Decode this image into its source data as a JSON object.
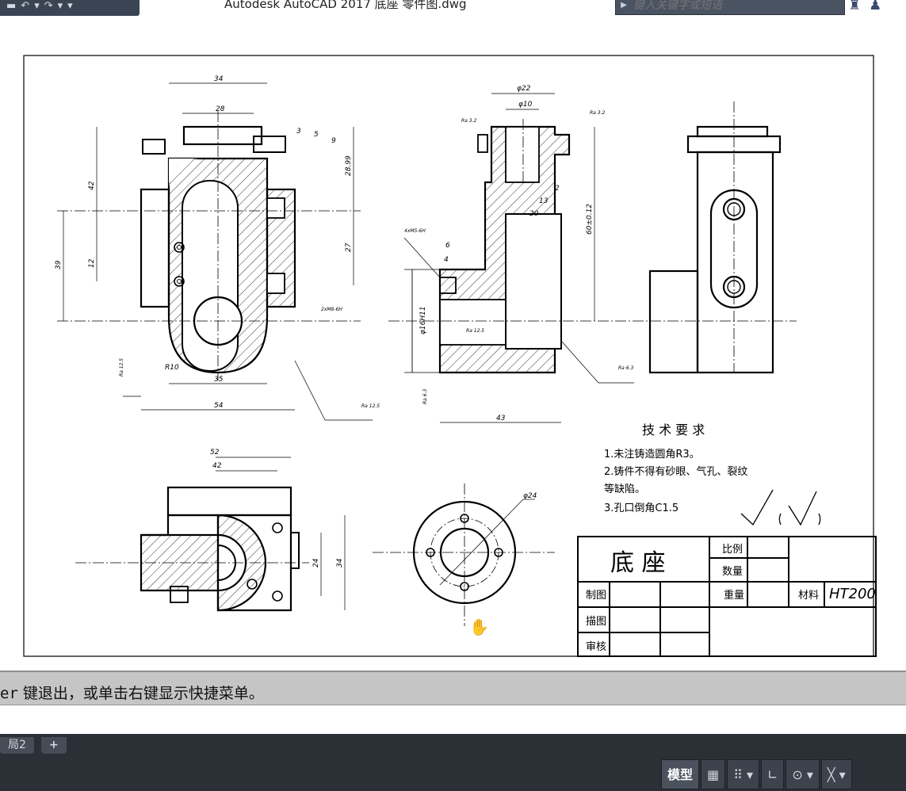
{
  "title_bar": {
    "app_title": "Autodesk AutoCAD 2017    底座 零件图.dwg",
    "search_placeholder": "键入关键字或短语"
  },
  "drawing": {
    "view_labels": {
      "front_top_dim": "34",
      "front_inner_dim": "28",
      "dim_42": "42",
      "dim_39": "39",
      "dim_12": "12",
      "dim_2899": "28.99",
      "dim_27": "27",
      "dim_3": "3",
      "dim_5": "5",
      "dim_9": "9",
      "dim_35": "35",
      "dim_54": "54",
      "r10": "R10",
      "thread_front": "2xM8-6H",
      "rough_125": "Ra 12.5",
      "side_phi22": "φ22",
      "side_phi10": "φ10",
      "side_2": "2",
      "side_13": "13",
      "side_20": "20",
      "side_6": "6",
      "side_4": "4",
      "side_60": "60±0.12",
      "side_thread": "4xM5-6H",
      "side_16h11": "φ16H11",
      "side_43": "43",
      "side_rough_32a": "Ra 3.2",
      "side_rough_32b": "Ra 3.2",
      "side_rough_63": "Ra 6.3",
      "side_rough_125": "Ra 12.5",
      "side_rough_63b": "Ra 6.3",
      "top_52": "52",
      "top_42": "42",
      "top_24": "24",
      "top_34": "34",
      "circle_phi24": "φ24"
    },
    "tech_req": {
      "heading": "技 术 要 求",
      "line1": "1.未注铸造圆角R3。",
      "line2": "2.铸件不得有砂眼、气孔、裂纹",
      "line3": "等缺陷。",
      "line4": "3.孔口倒角C1.5"
    },
    "title_block": {
      "part_name": "底  座",
      "scale_label": "比例",
      "qty_label": "数量",
      "weight_label": "重量",
      "material_label": "材料",
      "material_value": "HT200",
      "drawn_label": "制图",
      "traced_label": "描图",
      "checked_label": "审核"
    }
  },
  "command_line": {
    "prefix": "er",
    "text": " 键退出，或单击右键显示快捷菜单。"
  },
  "layout_tabs": [
    "局2",
    "+"
  ],
  "status_bar": {
    "model_label": "模型",
    "grid_icon": "grid-icon",
    "snap_icon": "snap-icon",
    "ortho_icon": "ortho-icon",
    "polar_icon": "polar-icon",
    "osnap_icon": "osnap-icon"
  }
}
